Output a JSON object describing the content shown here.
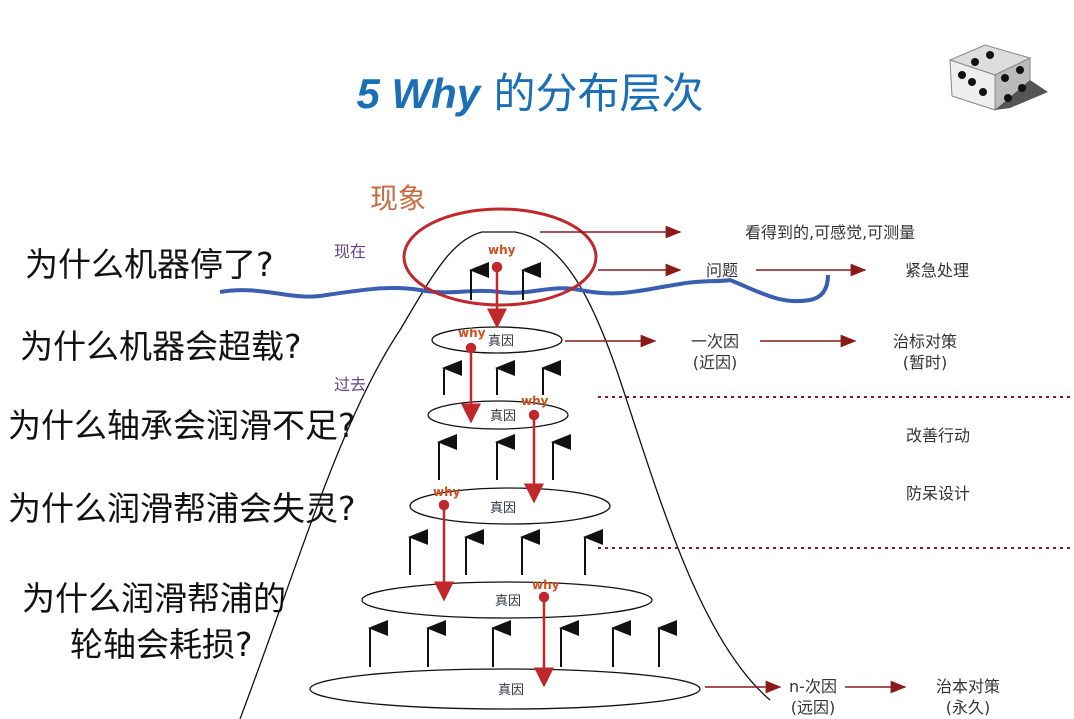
{
  "title": {
    "prefix": "5 Why",
    "suffix": " 的分布层次"
  },
  "phenomenon_label": "现象",
  "time_labels": {
    "now": "现在",
    "past": "过去"
  },
  "questions": [
    "为什么机器停了?",
    "为什么机器会超载?",
    "为什么轴承会润滑不足?",
    "为什么润滑帮浦会失灵?",
    "为什么润滑帮浦的",
    "轮轴会耗损?"
  ],
  "why_label": "why",
  "true_cause_label": "真因",
  "right_labels": {
    "visible": "看得到的,可感觉,可测量",
    "problem": "问题",
    "urgent": "紧急处理",
    "primary_cause": "一次因",
    "primary_cause_sub": "(近因)",
    "temp_fix": "治标对策",
    "temp_fix_sub": "(暂时)",
    "improve": "改善行动",
    "foolproof": "防呆设计",
    "nth_cause": "n-次因",
    "nth_cause_sub": "(远因)",
    "perm_fix": "治本对策",
    "perm_fix_sub": "(永久)"
  },
  "colors": {
    "title": "#1a6fb5",
    "red": "#c0282c",
    "wave": "#3a5fb0",
    "arrow": "#8b1a1a"
  }
}
